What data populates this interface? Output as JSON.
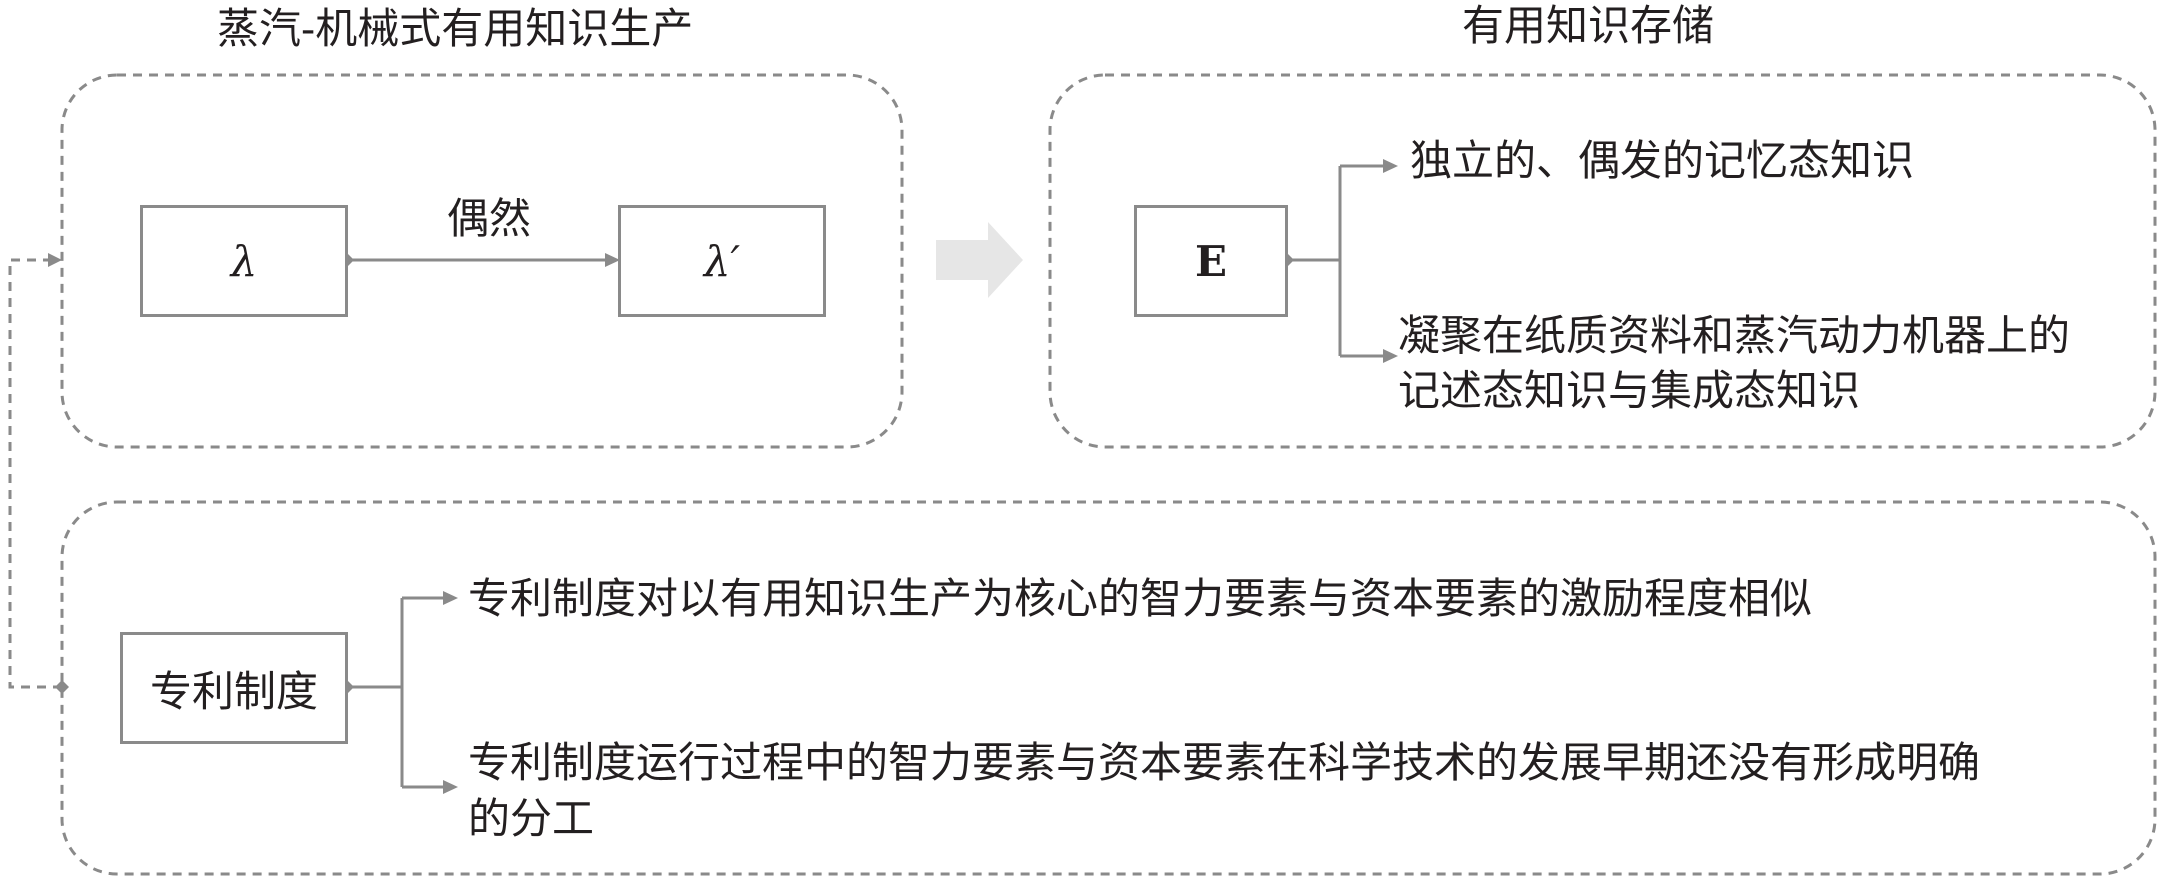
{
  "top_left": {
    "title": "蒸汽-机械式有用知识生产",
    "node_a": "λ",
    "node_b": "λ′",
    "arrow_label": "偶然"
  },
  "top_right": {
    "title": "有用知识存储",
    "node": "E",
    "branch_1": "独立的、偶发的记忆态知识",
    "branch_2_line1": "凝聚在纸质资料和蒸汽动力机器上的",
    "branch_2_line2": "记述态知识与集成态知识"
  },
  "bottom": {
    "node": "专利制度",
    "branch_1": "专利制度对以有用知识生产为核心的智力要素与资本要素的激励程度相似",
    "branch_2_line1": "专利制度运行过程中的智力要素与资本要素在科学技术的发展早期还没有形成明确",
    "branch_2_line2": "的分工"
  },
  "colors": {
    "line": "#8a8a8a",
    "dashed": "#8a8a8a",
    "big_arrow": "#e6e6e6",
    "text": "#231f20"
  }
}
